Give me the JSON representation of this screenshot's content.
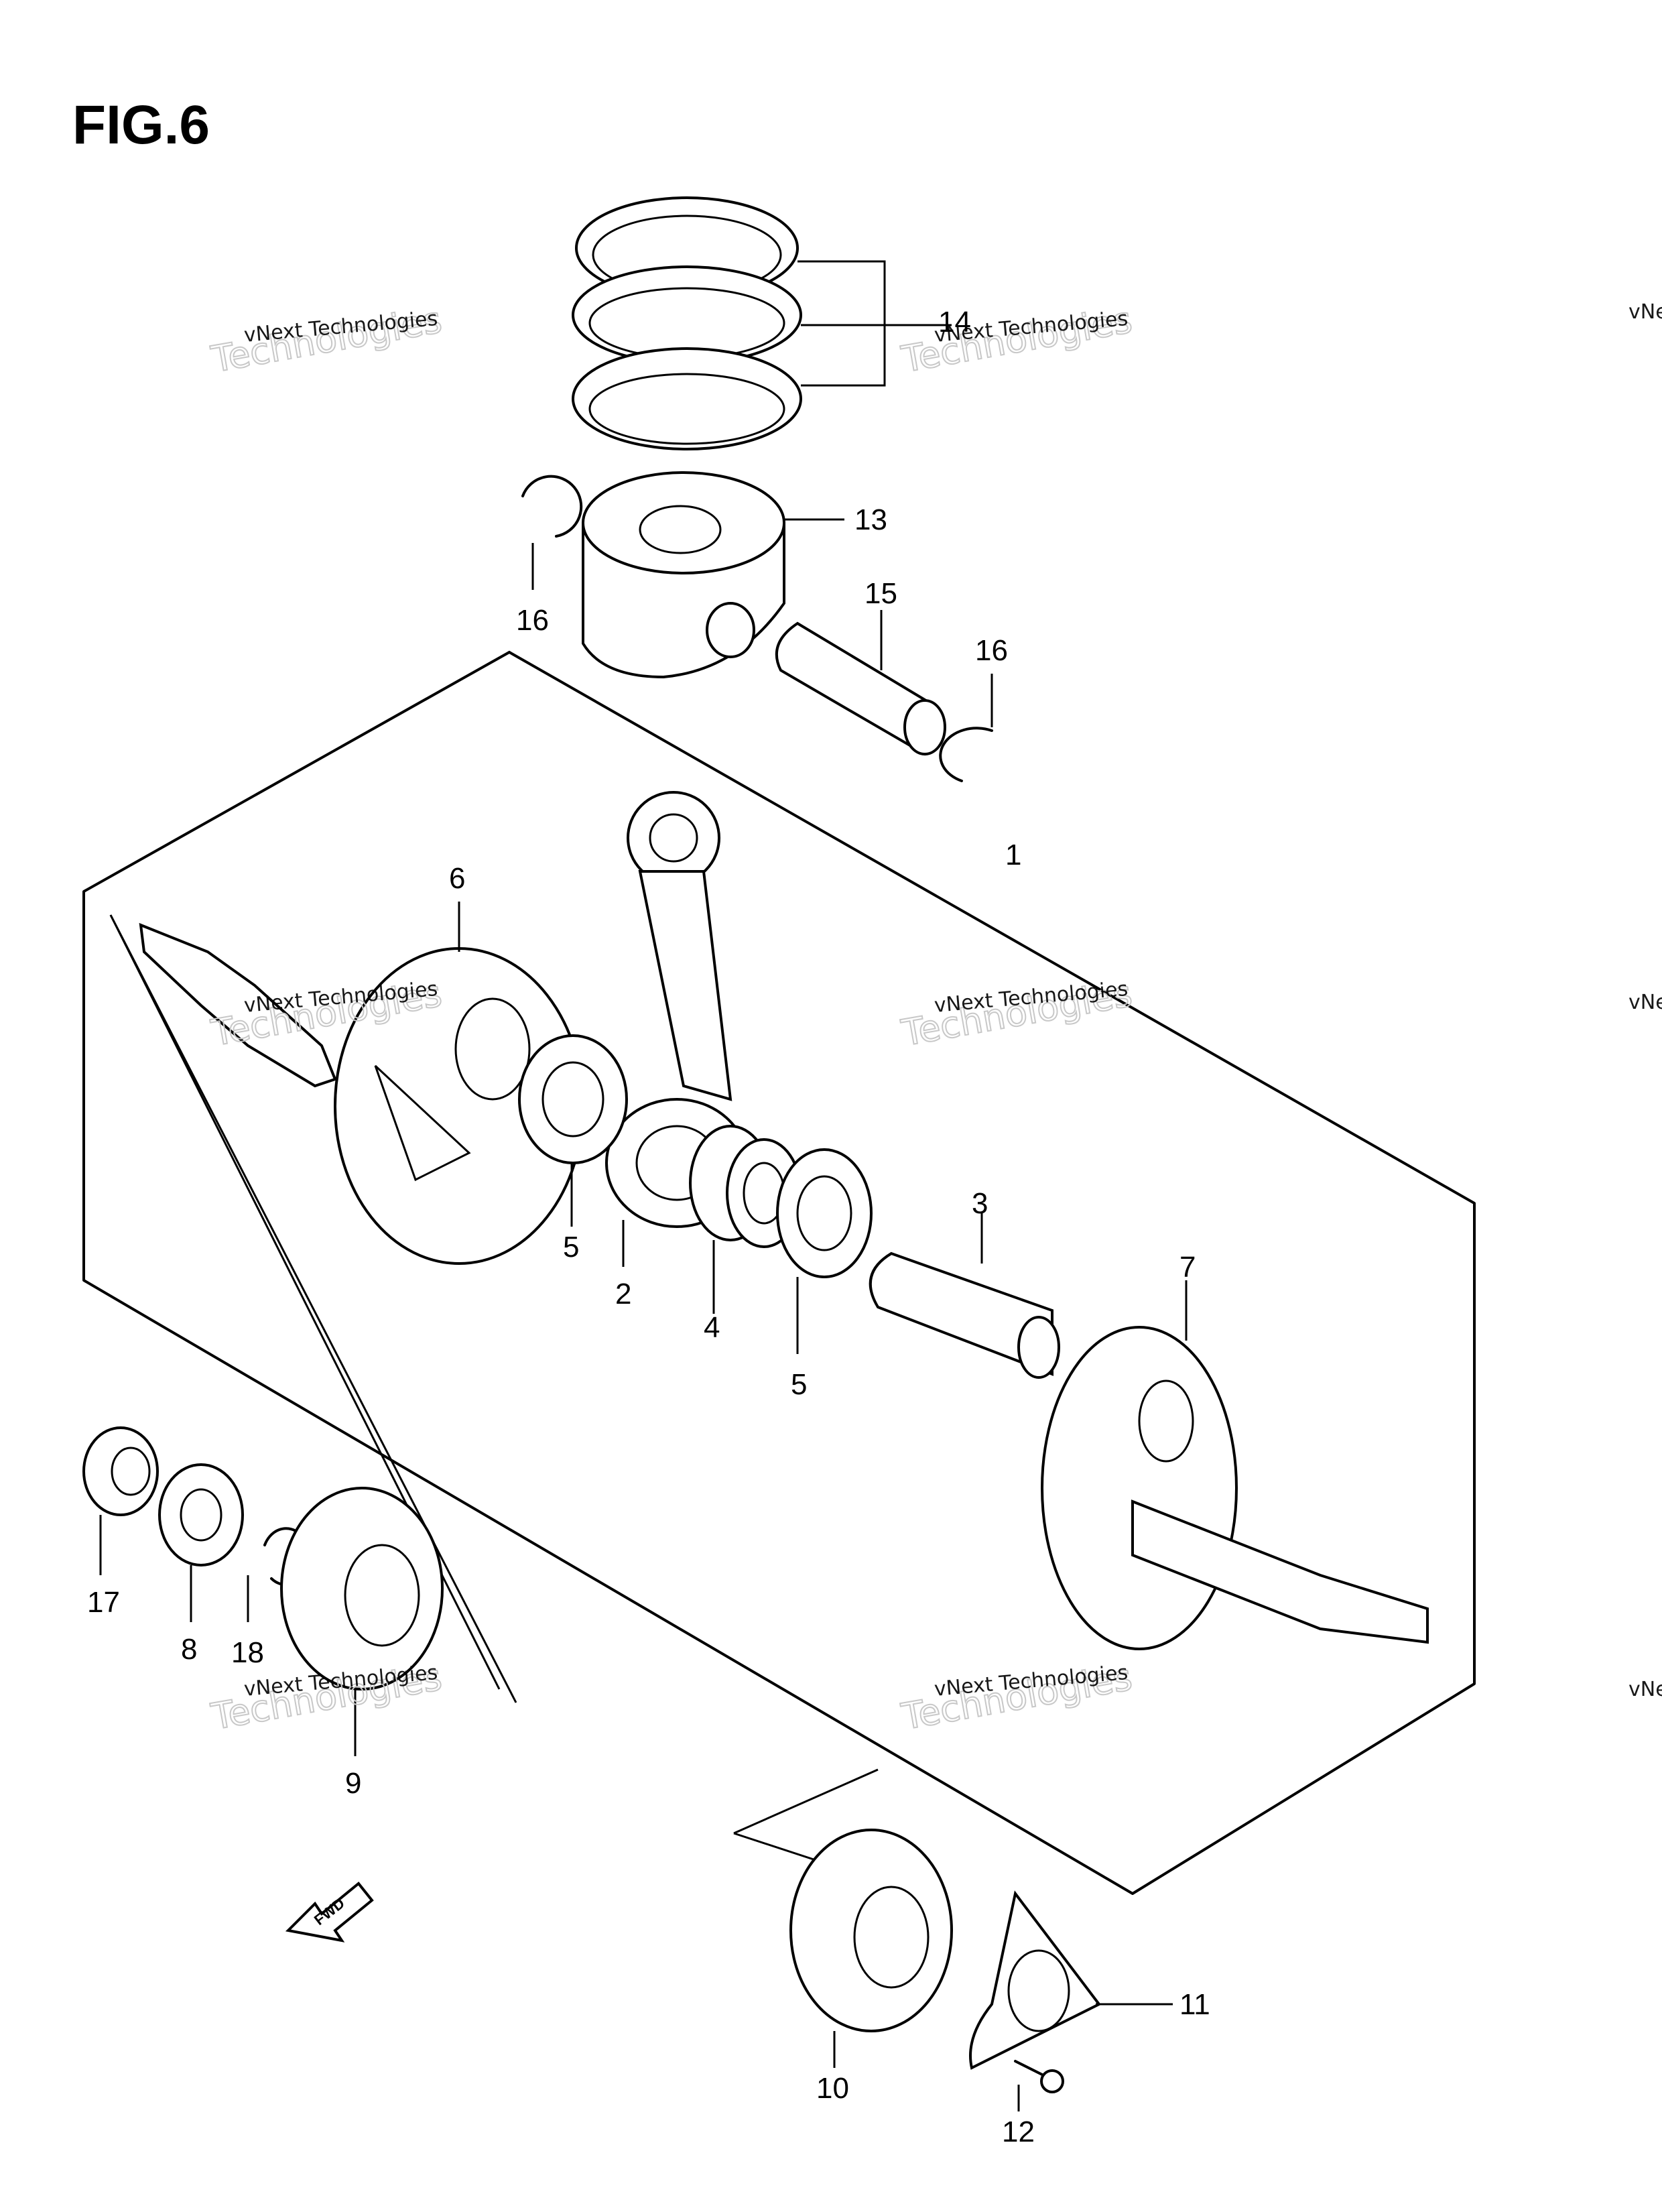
{
  "figure": {
    "title": "FIG.6"
  },
  "watermark": {
    "line1": "vNext Technologies",
    "line2": "Technologies",
    "line3": "vNext"
  },
  "callouts": [
    "1",
    "2",
    "3",
    "4",
    "5",
    "5",
    "6",
    "7",
    "8",
    "9",
    "10",
    "11",
    "12",
    "13",
    "14",
    "15",
    "16",
    "16",
    "17",
    "18"
  ],
  "fwd_label": "FWD"
}
